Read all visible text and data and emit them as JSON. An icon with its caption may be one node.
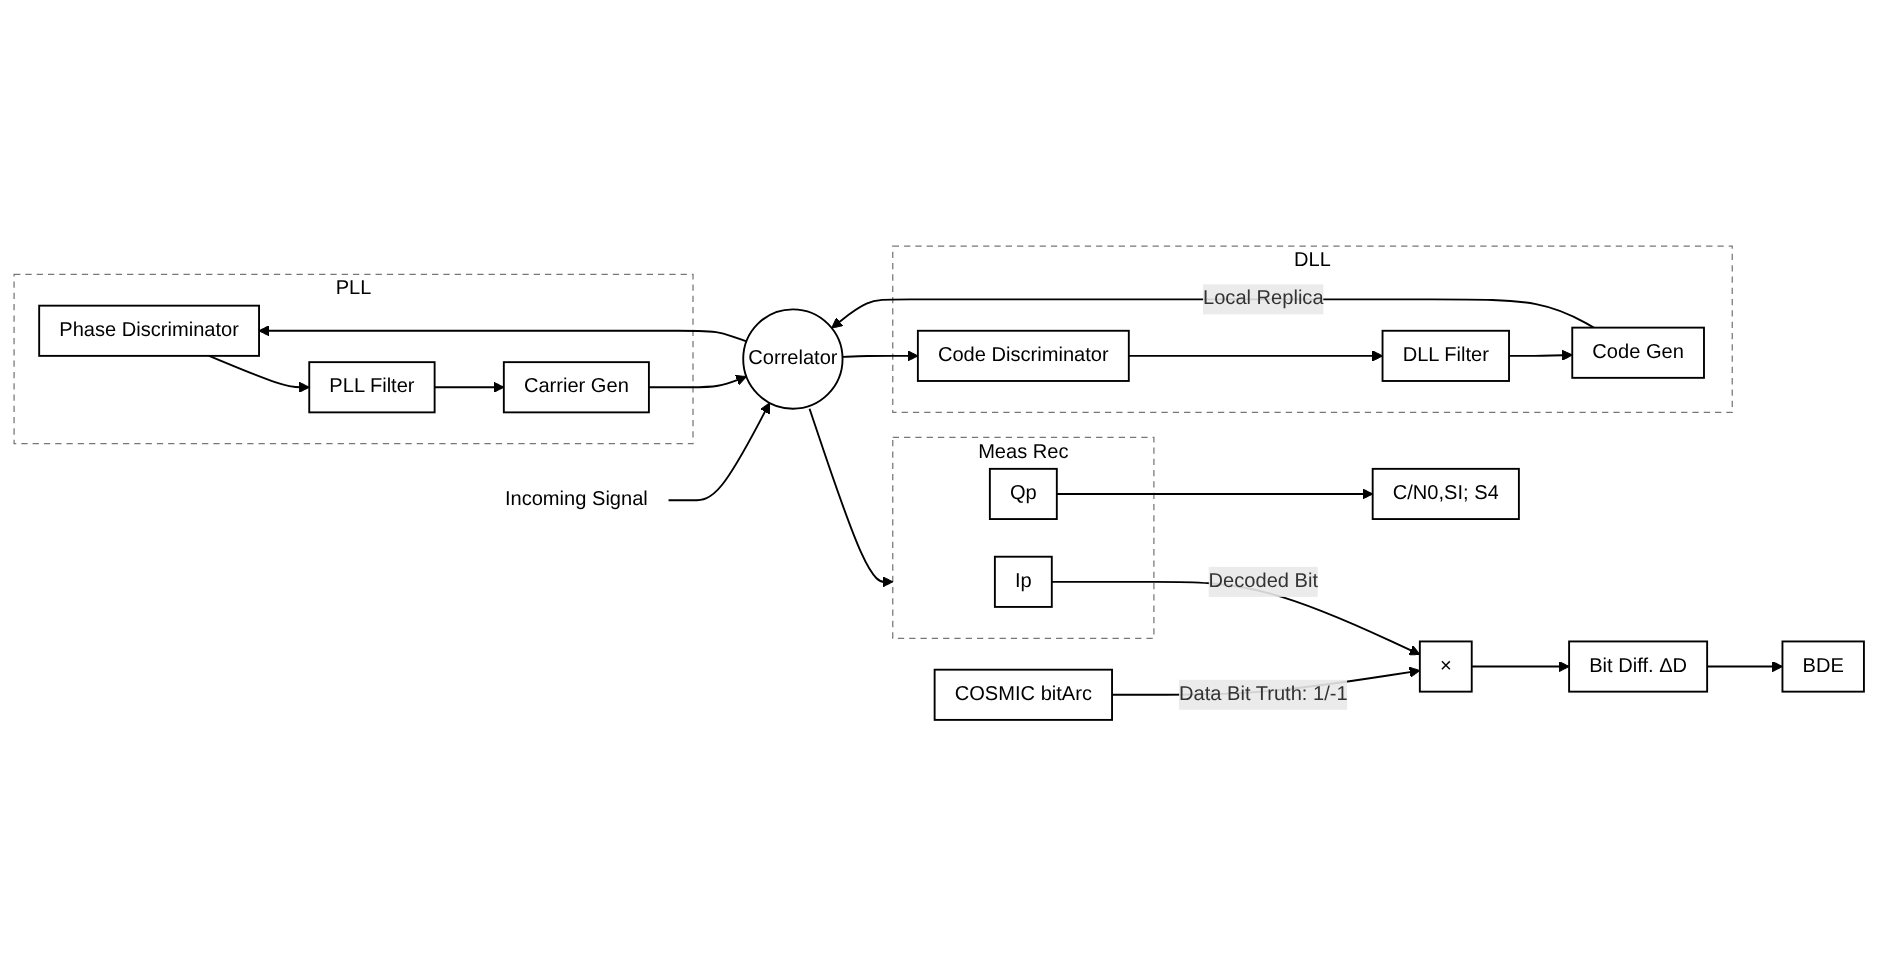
{
  "diagram": {
    "nodes": [
      {
        "text": [
          "COSMIC bitArc"
        ]
      },
      {
        "text": [
          "×"
        ]
      },
      {
        "text": [
          "Bit Diff. ΔD"
        ]
      },
      {
        "text": [
          "BDE"
        ]
      },
      {
        "text": [
          "Meas Rec"
        ]
      },
      {
        "text": [
          "Ip"
        ],
        "in": 4
      },
      {
        "text": [
          "Qp"
        ],
        "in": 4
      },
      {
        "text": [
          "C/N0,SI; S4"
        ]
      },
      {
        "text": [
          "PLL"
        ]
      },
      {
        "text": [
          "Phase Discriminator"
        ],
        "in": 8
      },
      {
        "text": [
          "PLL Filter"
        ],
        "in": 8
      },
      {
        "text": [
          "Carrier Gen"
        ],
        "in": 8
      },
      {
        "text": [
          "DLL"
        ]
      },
      {
        "text": [
          "Code Discriminator"
        ],
        "in": 12
      },
      {
        "text": [
          "DLL Filter"
        ],
        "in": 12
      },
      {
        "text": [
          "Code Gen"
        ],
        "in": 12
      },
      {
        "text": [
          "Correlator"
        ]
      },
      {
        "text": [
          "Incoming Signal"
        ]
      }
    ],
    "edges": [
      {
        "from": 0,
        "to": 1,
        "arrow": "to",
        "label": "Data Bit Truth: 1/-1"
      },
      {
        "from": 5,
        "to": 1,
        "arrow": "to",
        "label": "Decoded Bit"
      },
      {
        "from": 1,
        "to": 2,
        "arrow": "to"
      },
      {
        "from": 2,
        "to": 3,
        "arrow": "to"
      },
      {
        "from": 16,
        "to": 4,
        "arrow": "to"
      },
      {
        "from": 6,
        "to": 7,
        "arrow": "to"
      },
      {
        "from": 16,
        "to": 9,
        "arrow": "to"
      },
      {
        "from": 9,
        "to": 10,
        "arrow": "to"
      },
      {
        "from": 10,
        "to": 11,
        "arrow": "to"
      },
      {
        "from": 16,
        "to": 13,
        "arrow": "to"
      },
      {
        "from": 13,
        "to": 14,
        "arrow": "to"
      },
      {
        "from": 14,
        "to": 15,
        "arrow": "to"
      },
      {
        "from": 17,
        "to": 16,
        "arrow": "to"
      },
      {
        "from": 11,
        "to": 16,
        "arrow": "to"
      },
      {
        "from": 15,
        "to": 16,
        "arrow": "to",
        "label": "Local Replica"
      }
    ]
  }
}
